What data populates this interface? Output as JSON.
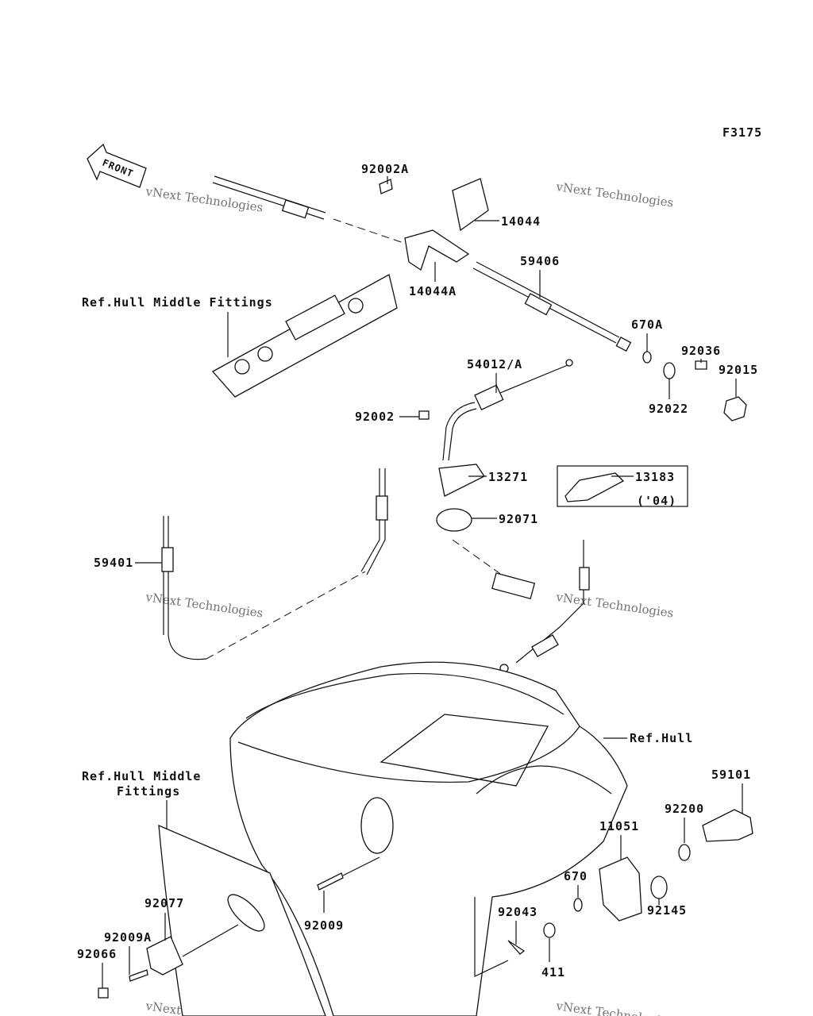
{
  "figure_id": "F3175",
  "front_arrow": "FRONT",
  "watermark": "vNext Technologies",
  "labels": {
    "p92002A": "92002A",
    "p14044": "14044",
    "p14044A": "14044A",
    "p59406": "59406",
    "ref_hull_middle_1": "Ref.Hull Middle Fittings",
    "p670A": "670A",
    "p92036": "92036",
    "p92015": "92015",
    "p92022": "92022",
    "p54012A": "54012/A",
    "p92002": "92002",
    "p13271": "13271",
    "p13183": "13183",
    "p13183_note": "('04)",
    "p92071": "92071",
    "p59401": "59401",
    "ref_hull": "Ref.Hull",
    "ref_hull_middle_2a": "Ref.Hull Middle",
    "ref_hull_middle_2b": "Fittings",
    "p59101": "59101",
    "p92200": "92200",
    "p11051": "11051",
    "p670": "670",
    "p92145": "92145",
    "p92077": "92077",
    "p92009A": "92009A",
    "p92066": "92066",
    "p92009": "92009",
    "p92043": "92043",
    "p411": "411"
  }
}
